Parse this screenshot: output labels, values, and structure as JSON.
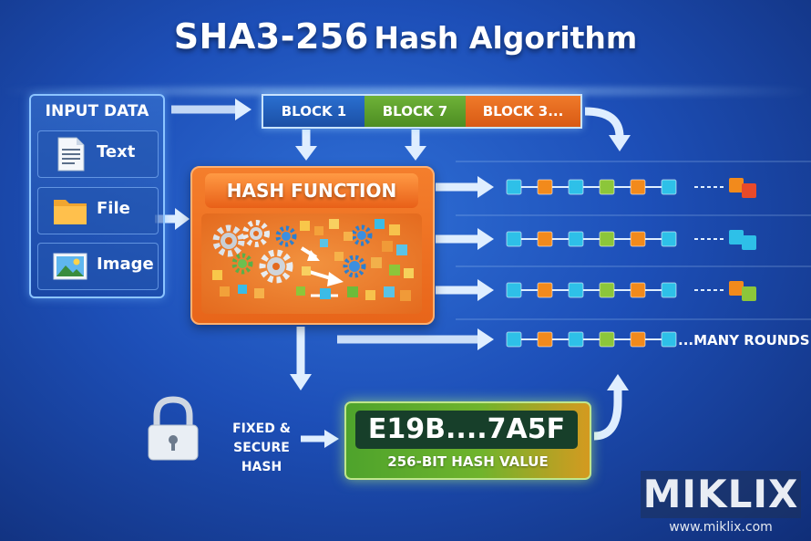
{
  "title": {
    "main": "SHA3-256",
    "rest": "Hash Algorithm"
  },
  "input": {
    "header": "INPUT DATA",
    "items": [
      {
        "label": "Text",
        "icon": "document-icon"
      },
      {
        "label": "File",
        "icon": "folder-icon"
      },
      {
        "label": "Image",
        "icon": "image-icon"
      }
    ]
  },
  "blocks": [
    {
      "label": "BLOCK 1",
      "color": "#1f5cbf"
    },
    {
      "label": "BLOCK 7",
      "color": "#5a9e2a"
    },
    {
      "label": "BLOCK 3...",
      "color": "#e86a1e"
    }
  ],
  "hash_function": {
    "label": "HASH FUNCTION"
  },
  "rounds": {
    "label": "...MANY ROUNDS"
  },
  "fixed": {
    "line1": "FIXED & SECURE",
    "line2": "HASH"
  },
  "output": {
    "hash": "E19B....7A5F",
    "label": "256-BIT HASH VALUE"
  },
  "brand": {
    "name": "MIKLIX",
    "url": "www.miklix.com"
  },
  "colors": {
    "cube_blue": "#2ec0e8",
    "cube_orange": "#f28a1c",
    "cube_green": "#8cc63a",
    "cube_red": "#e84a2a",
    "arrow": "#dfeeff"
  }
}
